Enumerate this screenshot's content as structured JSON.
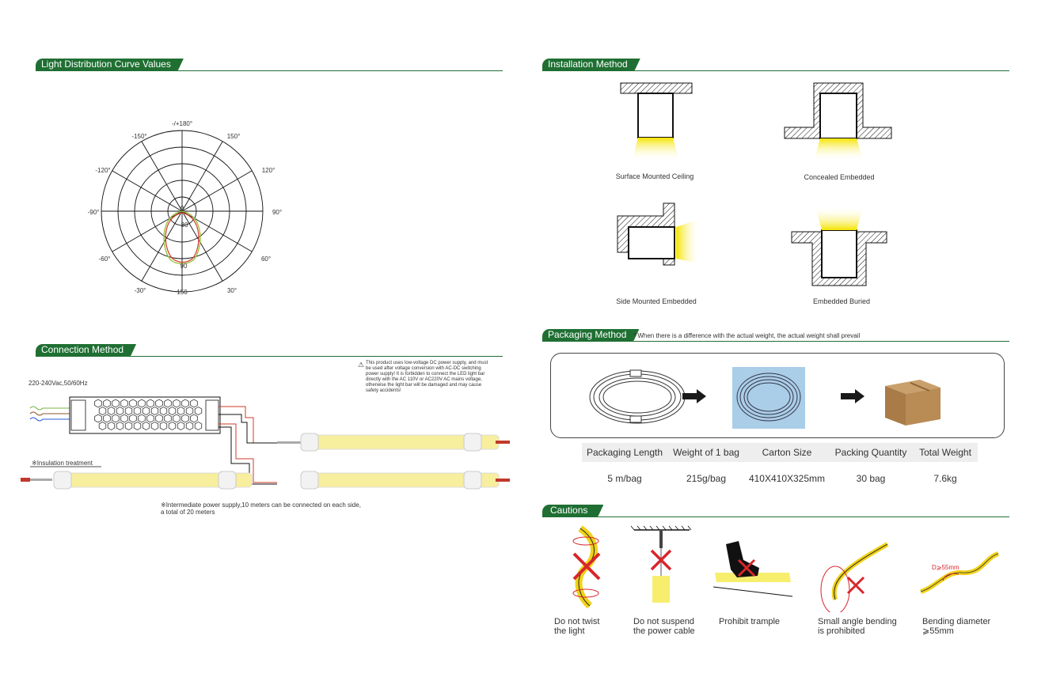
{
  "sections": {
    "light_curve": "Light Distribution Curve Values",
    "connection": "Connection Method",
    "installation": "Installation Method",
    "packaging": "Packaging Method",
    "packaging_note": "* When there is a difference with the actual weight, the actual weight shall prevail",
    "cautions": "Cautions"
  },
  "polar": {
    "top": "-/+180°",
    "left_labels": [
      "-150°",
      "-120°",
      "-90°",
      "-60°",
      "-30°"
    ],
    "right_labels": [
      "150°",
      "120°",
      "90°",
      "60°",
      "30°"
    ],
    "radial_labels": [
      "0",
      "30",
      "90",
      "150"
    ]
  },
  "connection": {
    "voltage": "220-240Vac,50/60Hz",
    "warning": "This product uses low-voltage DC power supply, and must be used after voltage conversion with AC-DC switching power supply! It is forbidden to connect the LED light bar directly with the AC 110V or AC220V AC mains voltage, otherwise the light bar will be damaged and may cause safety accidents!",
    "insulation": "※Insulation treatment",
    "note_line1": "※Intermediate power supply,10 meters can be connected on each side,",
    "note_line2": "a total of 20 meters"
  },
  "installation": {
    "items": [
      "Surface Mounted Ceiling",
      "Concealed Embedded",
      "Side Mounted Embedded",
      "Embedded Buried"
    ]
  },
  "packaging": {
    "headers": [
      "Packaging Length",
      "Weight of 1 bag",
      "Carton Size",
      "Packing Quantity",
      "Total Weight"
    ],
    "values": [
      "5 m/bag",
      "215g/bag",
      "410X410X325mm",
      "30 bag",
      "7.6kg"
    ]
  },
  "cautions": {
    "items": [
      {
        "line1": "Do not twist",
        "line2": "the light"
      },
      {
        "line1": "Do not suspend",
        "line2": "the power cable"
      },
      {
        "line1": "Prohibit trample",
        "line2": ""
      },
      {
        "line1": "Small angle bending",
        "line2": "is prohibited"
      },
      {
        "line1": "Bending diameter",
        "line2": "⩾55mm"
      }
    ],
    "diameter_tag": "D⩾55mm"
  },
  "colors": {
    "brand_green": "#1f6f33",
    "led_yellow": "#f7ee9e",
    "warning_red": "#d8262c"
  }
}
